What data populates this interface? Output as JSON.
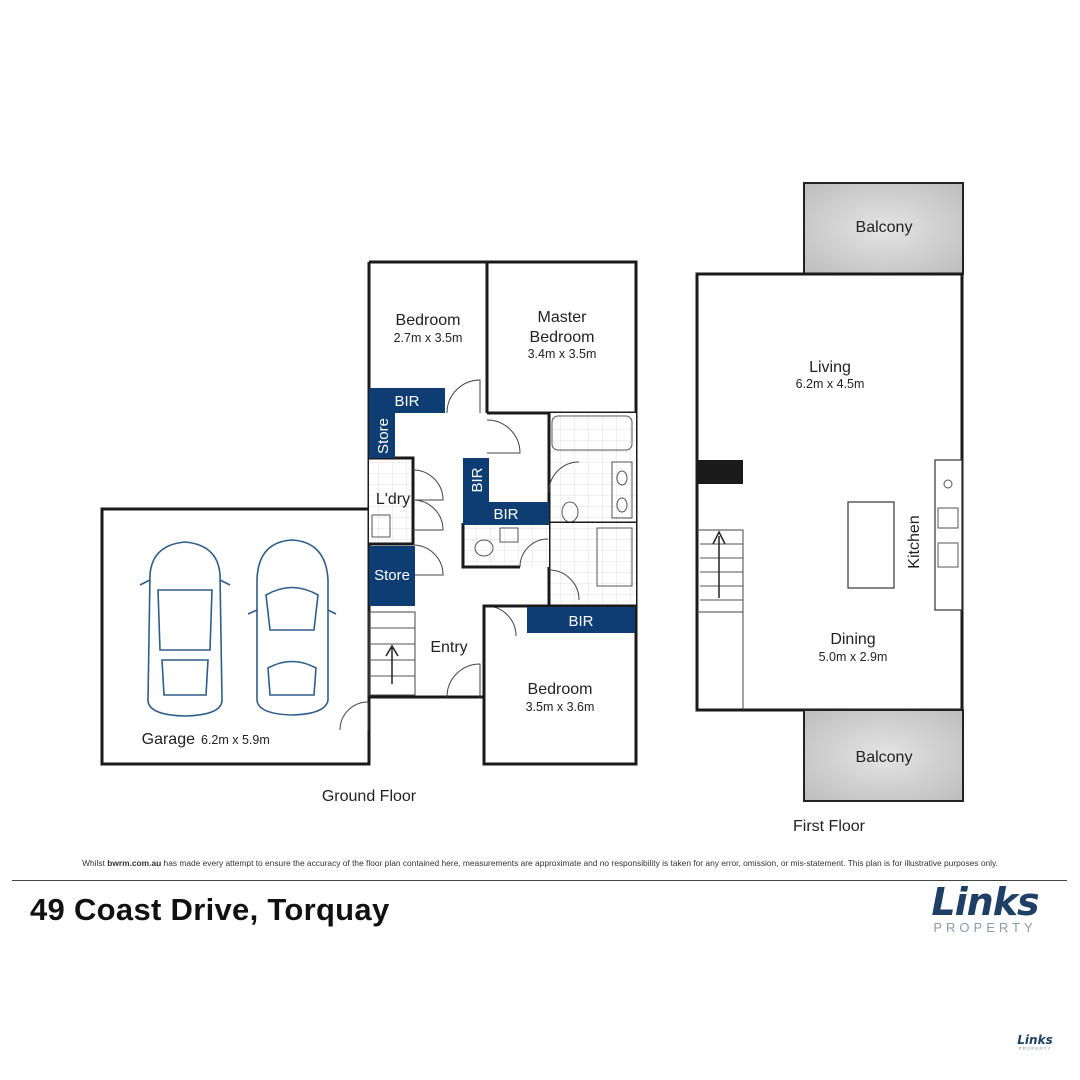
{
  "colors": {
    "accent": "#0e3d73",
    "wall": "#1a1a1a",
    "balcony": "#c9c9c9",
    "logo": "#1e3f66"
  },
  "ground_floor": {
    "label": "Ground Floor",
    "rooms": {
      "bedroom2": {
        "name": "Bedroom",
        "dims": "2.7m x 3.5m"
      },
      "master_name_1": "Master",
      "master_name_2": "Bedroom",
      "master_dims": "3.4m x 3.5m",
      "bedroom3": {
        "name": "Bedroom",
        "dims": "3.5m x 3.6m"
      },
      "laundry": "L'dry",
      "entry": "Entry",
      "garage": {
        "name": "Garage",
        "dims": "6.2m x 5.9m"
      }
    },
    "boxes": {
      "bir_top": "BIR",
      "store_vertical": "Store",
      "bir_vertical": "BIR",
      "bir_middle": "BIR",
      "store_lower": "Store",
      "bir_bottom": "BIR"
    }
  },
  "first_floor": {
    "label": "First Floor",
    "rooms": {
      "balcony_top": "Balcony",
      "living": {
        "name": "Living",
        "dims": "6.2m x 4.5m"
      },
      "kitchen": "Kitchen",
      "dining": {
        "name": "Dining",
        "dims": "5.0m x 2.9m"
      },
      "balcony_bottom": "Balcony"
    }
  },
  "footer": {
    "disclaimer_prefix": "Whilst",
    "disclaimer_site": "bwrm.com.au",
    "disclaimer_rest": "has made every attempt to ensure the accuracy of the floor plan contained here, measurements are approximate and no responsibility is taken for any error, omission, or mis-statement. This plan is for illustrative purposes only.",
    "address": "49 Coast Drive, Torquay",
    "logo_word": "Links",
    "logo_sub": "PROPERTY",
    "corner_logo_word": "Links",
    "corner_logo_sub": "PROPERTY"
  }
}
